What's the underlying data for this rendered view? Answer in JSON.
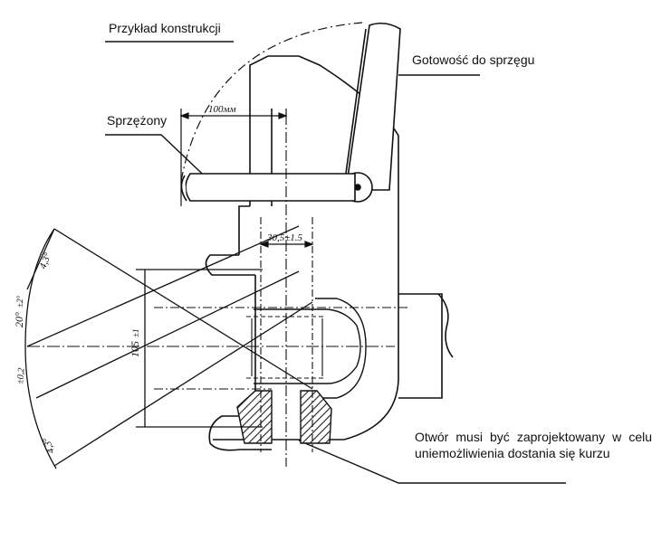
{
  "labels": {
    "example_construction": "Przykład konstrukcji",
    "ready_to_couple": "Gotowość do sprzęgu",
    "coupled": "Sprzężony",
    "hole_note": "Otwór musi być zaprojektowany w celu uniemożliwienia dostania się kurzu"
  },
  "dimensions": {
    "pin_offset": "100мм",
    "pin_width": "30,5±1.5",
    "height": "105",
    "height_tol": "±1",
    "angle_top": "4,3°",
    "angle_center": "20°",
    "angle_center_tol": "±2°",
    "angle_side": "±0,2",
    "angle_bottom": "4,3°"
  },
  "colors": {
    "line": "#111111",
    "background": "#ffffff",
    "hatch": "#222222"
  }
}
